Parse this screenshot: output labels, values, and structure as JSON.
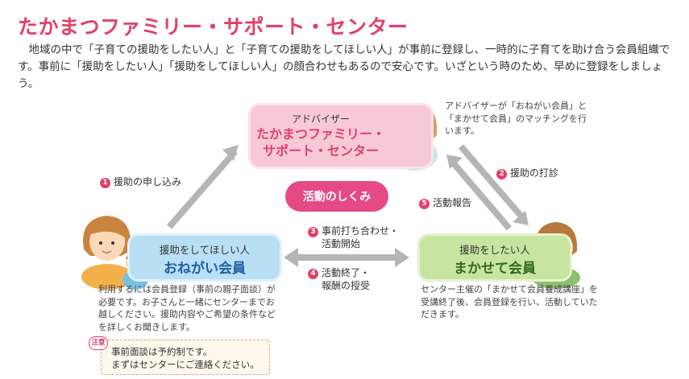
{
  "title": "たかまつファミリー・サポート・センター",
  "intro": "地域の中で「子育ての援助をしたい人」と「子育ての援助をしてほしい人」が事前に登録し、一時的に子育てを助け合う会員組織です。事前に「援助をしたい人」「援助をしてほしい人」の顔合わせもあるので安心です。いざという時のため、早めに登録をしましょう。",
  "center": {
    "sub": "アドバイザー",
    "main_line1": "たかまつファミリー・",
    "main_line2": "サポート・センター",
    "note": "アドバイザーが「おねがい会員」と「まかせて会員」のマッチングを行います。"
  },
  "pill": "活動のしくみ",
  "left": {
    "sub": "援助をしてほしい人",
    "main": "おねがい会員",
    "note": "利用するには会員登録（事前の親子面談）が必要です。お子さんと一緒にセンターまでお越しください。援助内容やご希望の条件などを詳しくお聞きします。"
  },
  "right": {
    "sub": "援助をしたい人",
    "main": "まかせて会員",
    "note": "センター主催の「まかせて会員養成講座」を受講終了後、会員登録を行い、活動していただきます。"
  },
  "steps": {
    "s1": {
      "num": "1",
      "text": "援助の申し込み"
    },
    "s2": {
      "num": "2",
      "text": "援助の打診"
    },
    "s3": {
      "num": "3",
      "line1": "事前打ち合わせ・",
      "line2": "活動開始"
    },
    "s4": {
      "num": "4",
      "line1": "活動終了・",
      "line2": "報酬の授受"
    },
    "s5": {
      "num": "5",
      "text": "活動報告"
    }
  },
  "caution": {
    "tag": "注意",
    "line1": "事前面談は予約制です。",
    "line2": "まずはセンターにご連絡ください。"
  },
  "colors": {
    "accent": "#e2406a",
    "arrow": "#b5b5b5",
    "center_bg": "#f7c9d8",
    "left_bg": "#b9dff4",
    "right_bg": "#c8e4a1"
  }
}
